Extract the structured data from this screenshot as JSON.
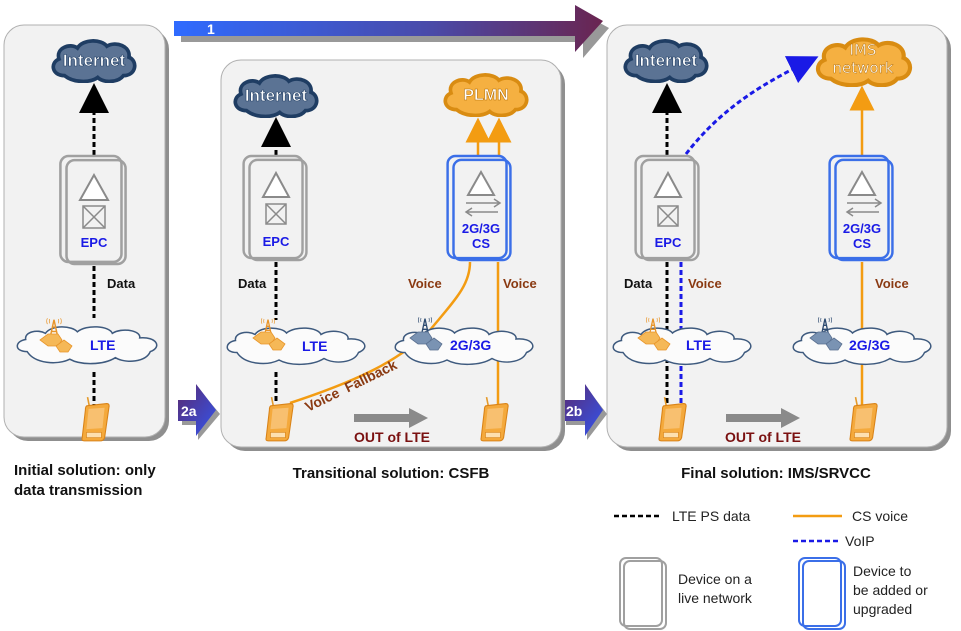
{
  "colors": {
    "panel_bg": "#f2f2f2",
    "panel_border": "#9a9a9a",
    "internet_cloud": "#5b7394",
    "internet_border": "#1f3d63",
    "orange_cloud": "#f5b041",
    "orange_border": "#d98c12",
    "blue_text": "#1a1ae6",
    "brown_text": "#8a3a12",
    "dark_red_text": "#7a1010",
    "cs_voice": "#f39c12",
    "voip": "#1a1ae6",
    "device_live": "#a0a0a0",
    "device_new": "#3b6fe8"
  },
  "arrows": {
    "step1": "1",
    "step2a": "2a",
    "step2b": "2b"
  },
  "panel_initial": {
    "internet": "Internet",
    "epc": "EPC",
    "data_label": "Data",
    "lte": "LTE",
    "caption_line1": "Initial solution: only",
    "caption_line2": "data transmission"
  },
  "panel_transitional": {
    "internet": "Internet",
    "plmn": "PLMN",
    "epc": "EPC",
    "cs_line1": "2G/3G",
    "cs_line2": "CS",
    "data_label": "Data",
    "voice_left": "Voice",
    "voice_right": "Voice",
    "lte": "LTE",
    "ran": "2G/3G",
    "voice_fallback": "Voice  Fallback",
    "out_of_lte": "OUT of LTE",
    "caption": "Transitional solution: CSFB"
  },
  "panel_final": {
    "internet": "Internet",
    "ims_line1": "IMS",
    "ims_line2": "network",
    "epc": "EPC",
    "cs_line1": "2G/3G",
    "cs_line2": "CS",
    "data_label": "Data",
    "voice_left": "Voice",
    "voice_right": "Voice",
    "lte": "LTE",
    "ran": "2G/3G",
    "out_of_lte": "OUT of LTE",
    "caption": "Final solution: IMS/SRVCC"
  },
  "legend": {
    "lte_ps_data": "LTE PS data",
    "cs_voice": "CS voice",
    "voip": "VoIP",
    "device_live_line1": "Device on a",
    "device_live_line2": "live network",
    "device_new_line1": "Device to",
    "device_new_line2": "be added or",
    "device_new_line3": "upgraded"
  }
}
